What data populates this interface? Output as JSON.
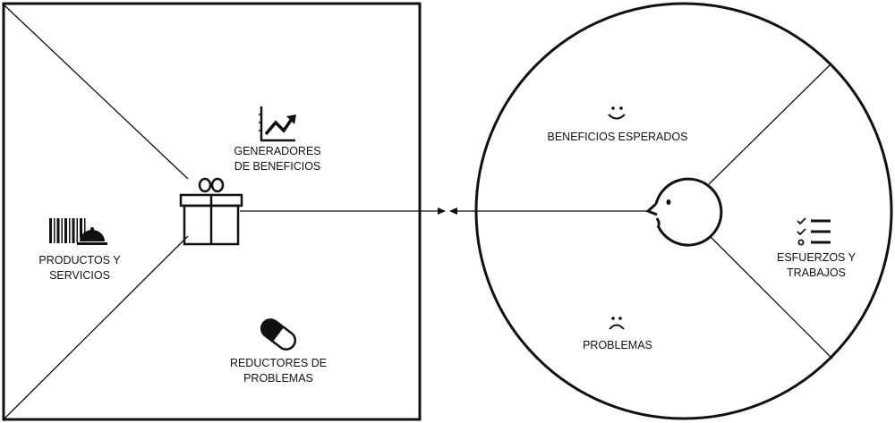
{
  "product_map": {
    "gain_creators": {
      "line1": "GENERADORES",
      "line2": "DE BENEFICIOS",
      "icon": "chart-up-icon"
    },
    "products_services": {
      "line1": "PRODUCTOS Y",
      "line2": "SERVICIOS",
      "icon": "barcode-cloche-icon"
    },
    "pain_relievers": {
      "line1": "REDUCTORES DE",
      "line2": "PROBLEMAS",
      "icon": "pill-icon"
    },
    "center_icon": "gift-icon"
  },
  "customer_profile": {
    "gains": {
      "label": "BENEFICIOS ESPERADOS",
      "icon": "smile-icon"
    },
    "jobs": {
      "line1": "ESFUERZOS Y",
      "line2": "TRABAJOS",
      "icon": "checklist-icon"
    },
    "pains": {
      "label": "PROBLEMAS",
      "icon": "frown-icon"
    },
    "center_icon": "face-icon"
  },
  "colors": {
    "stroke": "#111111",
    "background": "#ffffff"
  }
}
